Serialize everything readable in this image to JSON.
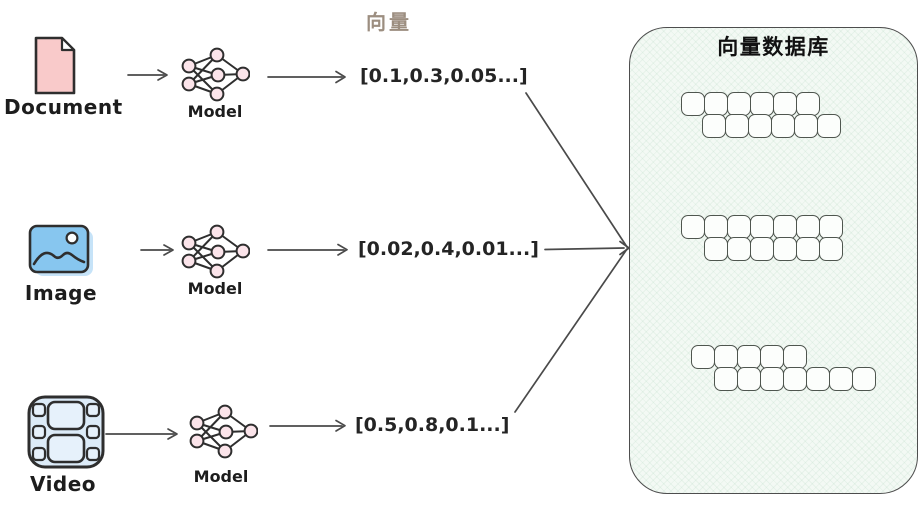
{
  "vector_header_label": "向量",
  "rows": [
    {
      "label": "Document",
      "model_label": "Model",
      "vector": "[0.1,0.3,0.05...]"
    },
    {
      "label": "Image",
      "model_label": "Model",
      "vector": "[0.02,0.4,0.01...]"
    },
    {
      "label": "Video",
      "model_label": "Model",
      "vector": "[0.5,0.8,0.1...]"
    }
  ],
  "database": {
    "title": "向量数据库",
    "vector_groups": [
      {
        "top_count": 6,
        "bottom_count": 6
      },
      {
        "top_count": 7,
        "bottom_count": 6
      },
      {
        "top_count": 5,
        "bottom_count": 7
      }
    ]
  },
  "palette": {
    "document_fill": "#f9caca",
    "image_fill": "#87c6ef",
    "image_halo": "#c6e3f8",
    "video_fill": "#dcebf8",
    "model_node_fill": "#fbe4ea",
    "database_background": "#f3f9f4",
    "chip_fill": "#fcfefc",
    "stroke_dark": "#2e2e2e",
    "connector_gray": "#4a4a4a",
    "vector_header_color": "#9c8e80"
  }
}
